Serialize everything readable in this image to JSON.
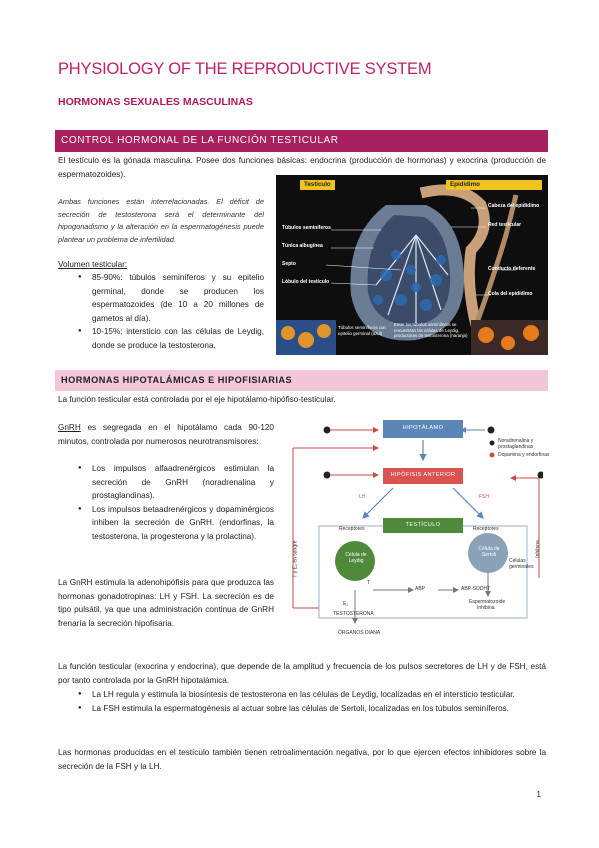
{
  "doc": {
    "title": "PHYSIOLOGY OF THE REPRODUCTIVE SYSTEM",
    "subtitle": "HORMONAS SEXUALES MASCULINAS",
    "section1": {
      "heading": "CONTROL HORMONAL DE LA FUNCIÓN TESTICULAR",
      "intro": "El testículo es la gónada masculina. Posee dos funciones básicas: endocrina (producción de hormonas) y exocrina (producción de espermatozoides).",
      "note": "Ambas funciones están interrelacionadas. El déficit de secreción de testosterona será el determinante del hipogonadismo y la alteración en la espermatogénesis puede plantear un problema de infertilidad.",
      "volume_heading": "Volumen testicular:",
      "volume_items": [
        "85-90%: túbulos seminíferos y su epitelio germinal, donde se producen los espermatozoides (de 10 a 20 millones de gametos al día).",
        "10-15%: intersticio con las células de Leydig, donde se produce la testosterona."
      ]
    },
    "figure1": {
      "header_left": "Testículo",
      "header_right": "Epidídimo",
      "labels_left": [
        "Túbulos seminíferos",
        "Túnica albugínea",
        "Septo",
        "Lóbulo del testículo"
      ],
      "labels_right": [
        "Cabeza del epidídimo",
        "Red testicular",
        "Conducto deferente",
        "Cola del epidídimo"
      ],
      "caption_left": "Túbulos seminíferos con epitelio germinal (azul)",
      "caption_right": "Entre los túbulos seminíferos se encuentran las células de Leydig, productoras de testosterona (naranja)"
    },
    "section2": {
      "heading": "HORMONAS HIPOTALÁMICAS E HIPOFISIARIAS",
      "intro": "La función testicular está controlada por el eje hipotálamo-hipófiso-testicular.",
      "gnrh_lead": "GnRH",
      "gnrh_text": " es segregada en el hipotálamo cada 90-120 minutos, controlada por numerosos neurotransmisores:",
      "gnrh_items": [
        "Los impulsos alfaadrenérgicos estimulan la secreción de GnRH (noradrenalina y prostaglandinas).",
        "Los impulsos betaadrenérgicos y dopaminérgicos inhiben la secreción de GnRH. (endorfinas, la testosterona, la progesterona y la prolactina)."
      ],
      "gnrh_para": "La GnRH estimula la adenohipófisis para que produzca las hormonas gonadotropinas: LH y FSH. La secreción es de tipo pulsátil, ya que una administración continua de GnRH frenaría la secreción hipofisaria.",
      "function_para": "La función testicular (exocrina y endocrina), que depende de la amplitud y frecuencia de los pulsos secretores de LH y de FSH, está por tanto controlada por la GnRH hipotalámica.",
      "function_items": [
        "La LH regula y estimula la biosíntesis de testosterona en las células de Leydig, localizadas en el intersticio testicular.",
        "La FSH estimula la espermatogénesis al actuar sobre las células de Sertoli, localizadas en los túbulos seminíferos."
      ],
      "closing": "Las hormonas producidas en el testículo también tienen retroalimentación negativa, por lo que ejercen efectos inhibidores sobre la secreción de la FSH y la LH."
    },
    "figure2": {
      "hipotalamo": "HIPOTÁLAMO",
      "hipofisis": "HIPÓFISIS ANTERIOR",
      "testiculo": "TESTÍCULO",
      "legend_plus": "Noradrenalina y prostaglandinas",
      "legend_minus": "Dopamina y endorfinas",
      "lh": "LH",
      "fsh": "FSH",
      "receptores_l": "Receptores",
      "receptores_r": "Receptores",
      "leydig": "Célula de Leydig",
      "sertoli": "Célula de Sertoli",
      "germinales": "Células germinales",
      "t": "T",
      "abp": "ABP",
      "abp_sodht": "ABP-SODHT",
      "e2": "E₂",
      "testosterona": "TESTOSTERONA",
      "esperm": "Espermatozoide",
      "inhibina_box": "Inhibina",
      "organos": "ÓRGANOS DIANA",
      "side_left": "T y E₂ en sangre",
      "side_right": "Inhibina"
    },
    "page_number": "1",
    "colors": {
      "magenta": "#a8205d",
      "pink": "#f4c6d9",
      "title": "#c0206a",
      "diagram_blue": "#5b87b8",
      "diagram_red": "#d9534f",
      "diagram_green": "#4f8a3a"
    }
  }
}
